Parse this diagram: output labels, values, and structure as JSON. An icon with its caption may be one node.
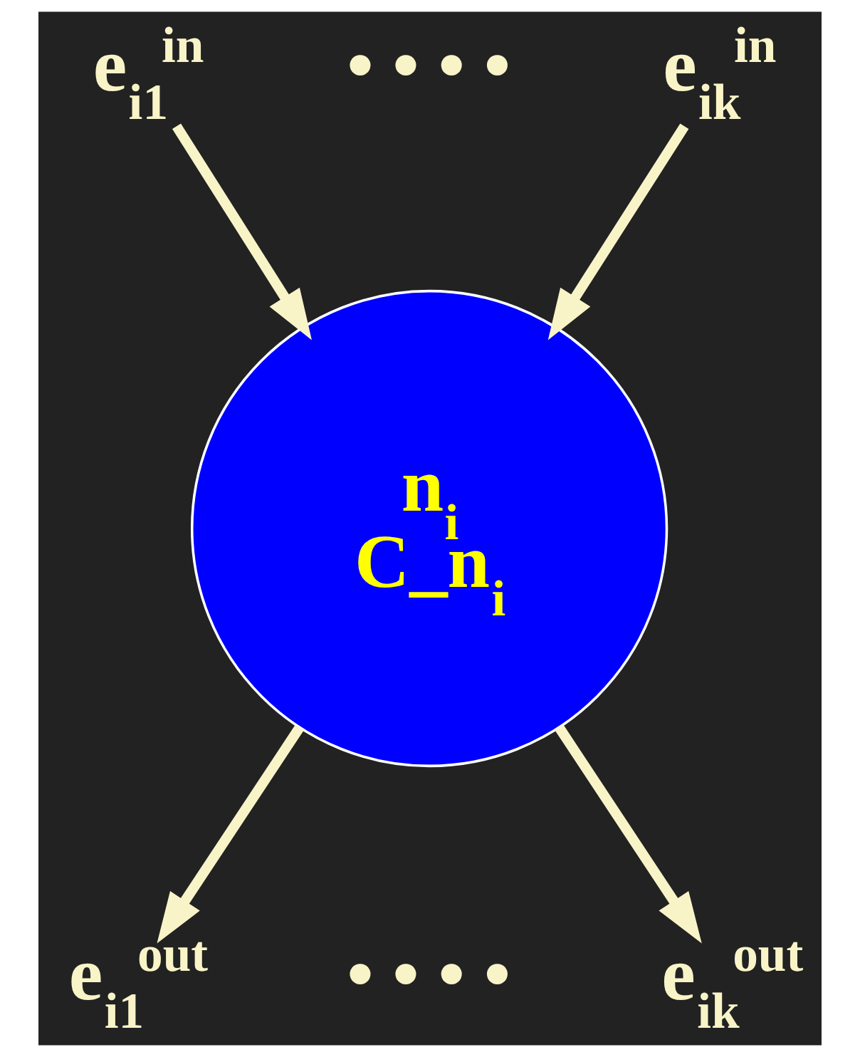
{
  "diagram": {
    "nodes": [
      {
        "text": [
          "e$_{i1}$$^{in}$"
        ]
      },
      {
        "text": [
          "e$_{ik}$$^{in}$"
        ]
      },
      {
        "text": [
          "n$_{i}$",
          "C_n$_{i}$"
        ]
      },
      {
        "text": [
          "e$_{i1}$$^{out}$"
        ]
      },
      {
        "text": [
          "e$_{ik}$$^{out}$"
        ]
      }
    ],
    "edges": [
      {
        "from": 0,
        "to": 2,
        "arrow": "to"
      },
      {
        "from": 1,
        "to": 2,
        "arrow": "to"
      },
      {
        "from": 2,
        "to": 3,
        "arrow": "to"
      },
      {
        "from": 2,
        "to": 4,
        "arrow": "to"
      }
    ],
    "labels": [
      "• • • •",
      "• • • •"
    ]
  }
}
